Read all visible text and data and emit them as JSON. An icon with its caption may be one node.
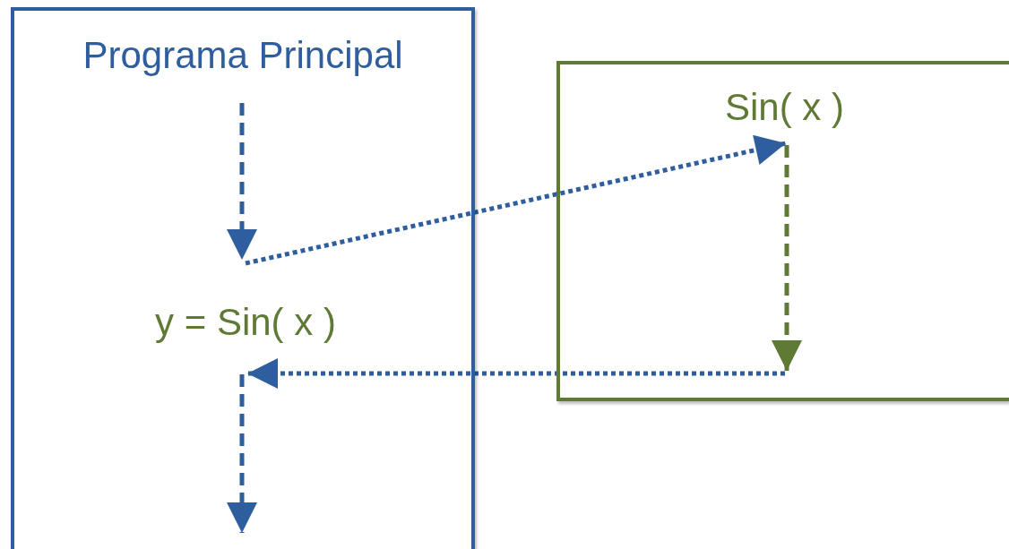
{
  "diagram": {
    "nodes": [
      {
        "text": [
          "Programa Principal"
        ]
      },
      {
        "text": [
          "y = Sin( x )"
        ],
        "in": 0
      },
      {
        "text": [
          "Sin( x )"
        ]
      }
    ],
    "edges": [
      {
        "from": null,
        "to": 1,
        "arrow": "to",
        "style": "dashed"
      },
      {
        "from": 1,
        "to": 2,
        "arrow": "to",
        "style": "dashed"
      },
      {
        "from": null,
        "to": 2,
        "arrow": "to",
        "style": "dashed",
        "color": "#5f7a35"
      },
      {
        "from": 2,
        "to": 1,
        "arrow": "to",
        "style": "dashed"
      },
      {
        "from": 1,
        "to": null,
        "arrow": "to",
        "style": "dashed"
      }
    ]
  }
}
